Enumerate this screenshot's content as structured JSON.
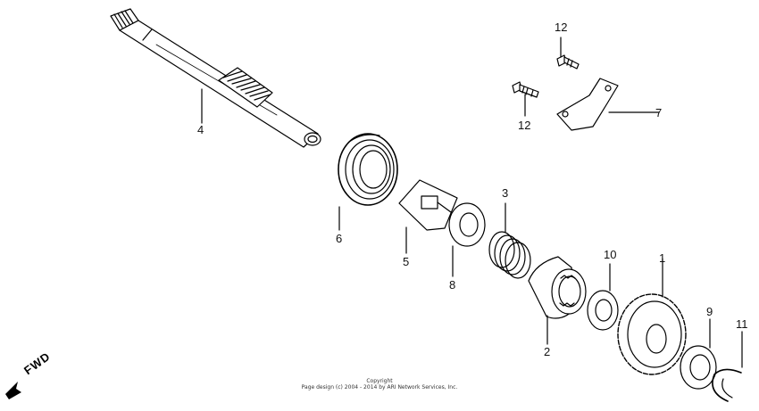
{
  "diagram": {
    "fwd_label": "FWD",
    "copyright_title": "Copyright",
    "copyright_line": "Page design (c) 2004 - 2014 by ARI Network Services, Inc.",
    "callouts": {
      "c1": "1",
      "c2": "2",
      "c3": "3",
      "c4": "4",
      "c5": "5",
      "c6": "6",
      "c7": "7",
      "c8": "8",
      "c9": "9",
      "c10": "10",
      "c11": "11",
      "c12a": "12",
      "c12b": "12"
    }
  }
}
